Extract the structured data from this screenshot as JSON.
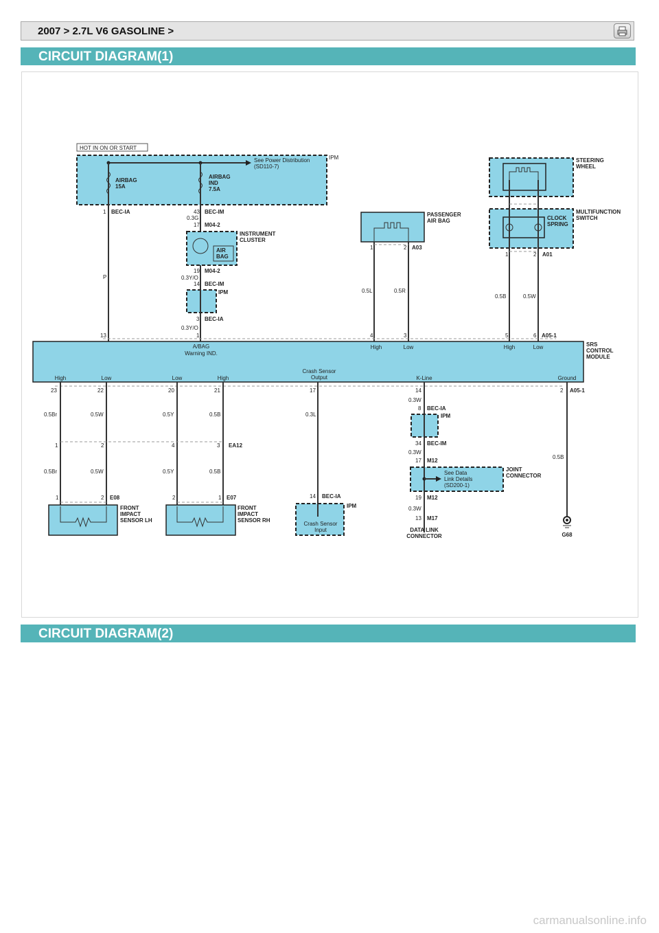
{
  "breadcrumb": "2007 > 2.7L  V6 GASOLINE >",
  "print_icon": "printer-icon",
  "sections": [
    "CIRCUIT DIAGRAM(1)",
    "CIRCUIT DIAGRAM(2)"
  ],
  "colors": {
    "accent": "#55b4b8",
    "component_fill": "#8fd4e7"
  },
  "diagram": {
    "hot": "HOT IN ON OR START",
    "ipm_top": {
      "name": "IPM",
      "see1": "See Power Distribution",
      "see2": "(SD110-7)",
      "fuse1": [
        "AIRBAG",
        "15A"
      ],
      "fuse2": [
        "AIRBAG",
        "IND",
        "7.5A"
      ]
    },
    "left_wire": {
      "pin": "1",
      "conn": "BEC-IA",
      "color": "P",
      "pin2": "13"
    },
    "mid_wire": {
      "p43": "43",
      "c43": "BEC-IM",
      "w1": "0.3G",
      "p17": "17",
      "c17": "M04-2",
      "cluster": [
        "INSTRUMENT",
        "CLUSTER"
      ],
      "lamp": [
        "AIR",
        "BAG"
      ],
      "p19": "19",
      "c19": "M04-2",
      "w2": "0.3Y/O",
      "p14": "14",
      "c14": "BEC-IM",
      "ipm": "IPM",
      "p3": "3",
      "c3": "BEC-IA",
      "w3": "0.3Y/O",
      "p1": "1"
    },
    "passenger": {
      "name": [
        "PASSENGER",
        "AIR BAG"
      ],
      "p1": "1",
      "p2": "2",
      "conn": "A03",
      "w1": "0.5L",
      "w2": "0.5R",
      "s1": "4",
      "s2": "3"
    },
    "steering": {
      "name": [
        "STEERING",
        "WHEEL"
      ],
      "mfs": [
        "MULTIFUNCTION",
        "SWITCH"
      ],
      "clock": [
        "CLOCK",
        "SPRING"
      ],
      "p1": "1",
      "p2": "2",
      "conn": "A01",
      "w1": "0.5B",
      "w2": "0.5W",
      "s1": "5",
      "s2": "6",
      "sconn": "A05-1"
    },
    "srs": {
      "name": [
        "SRS",
        "CONTROL",
        "MODULE"
      ],
      "warn": [
        "A/BAG",
        "Warning IND."
      ],
      "top_pins": [
        "High",
        "Low",
        "High",
        "Low"
      ],
      "bottom_pins": [
        "High",
        "Low",
        "Low",
        "High"
      ],
      "crash": [
        "Crash Sensor",
        "Output"
      ],
      "kline": "K-Line",
      "ground": "Ground"
    },
    "bottom": {
      "pins": [
        "23",
        "22",
        "20",
        "21",
        "17",
        "14",
        "2"
      ],
      "conn": "A05-1",
      "wires1": [
        "0.5Br",
        "0.5W",
        "0.5Y",
        "0.5B"
      ],
      "ea12_pins": [
        "1",
        "2",
        "4",
        "3"
      ],
      "ea12": "EA12",
      "wires2": [
        "0.5Br",
        "0.5W",
        "0.5Y",
        "0.5B"
      ],
      "e08_pins": [
        "1",
        "2"
      ],
      "e08": "E08",
      "e07_pins": [
        "2",
        "1"
      ],
      "e07": "E07",
      "lh": [
        "FRONT",
        "IMPACT",
        "SENSOR LH"
      ],
      "rh": [
        "FRONT",
        "IMPACT",
        "SENSOR RH"
      ],
      "crash_wire": "0.3L",
      "crash_pin": "14",
      "crash_conn": "BEC-IA",
      "crash_ipm": "IPM",
      "crash_input": [
        "Crash Sensor",
        "Input"
      ],
      "k": {
        "w1": "0.3W",
        "p8": "8",
        "c8": "BEC-IA",
        "ipm": "IPM",
        "p34": "34",
        "c34": "BEC-IM",
        "w2": "0.3W",
        "p17": "17",
        "c17": "M12",
        "see": [
          "See Data",
          "Link Details",
          "(SD200-1)"
        ],
        "joint": [
          "JOINT",
          "CONNECTOR"
        ],
        "p19": "19",
        "c19": "M12",
        "w3": "0.3W",
        "p13": "13",
        "c13": "M17",
        "dlc": [
          "DATA LINK",
          "CONNECTOR"
        ]
      },
      "gnd_wire": "0.5B",
      "gnd": "G68"
    }
  },
  "watermark": "carmanualsonline.info"
}
